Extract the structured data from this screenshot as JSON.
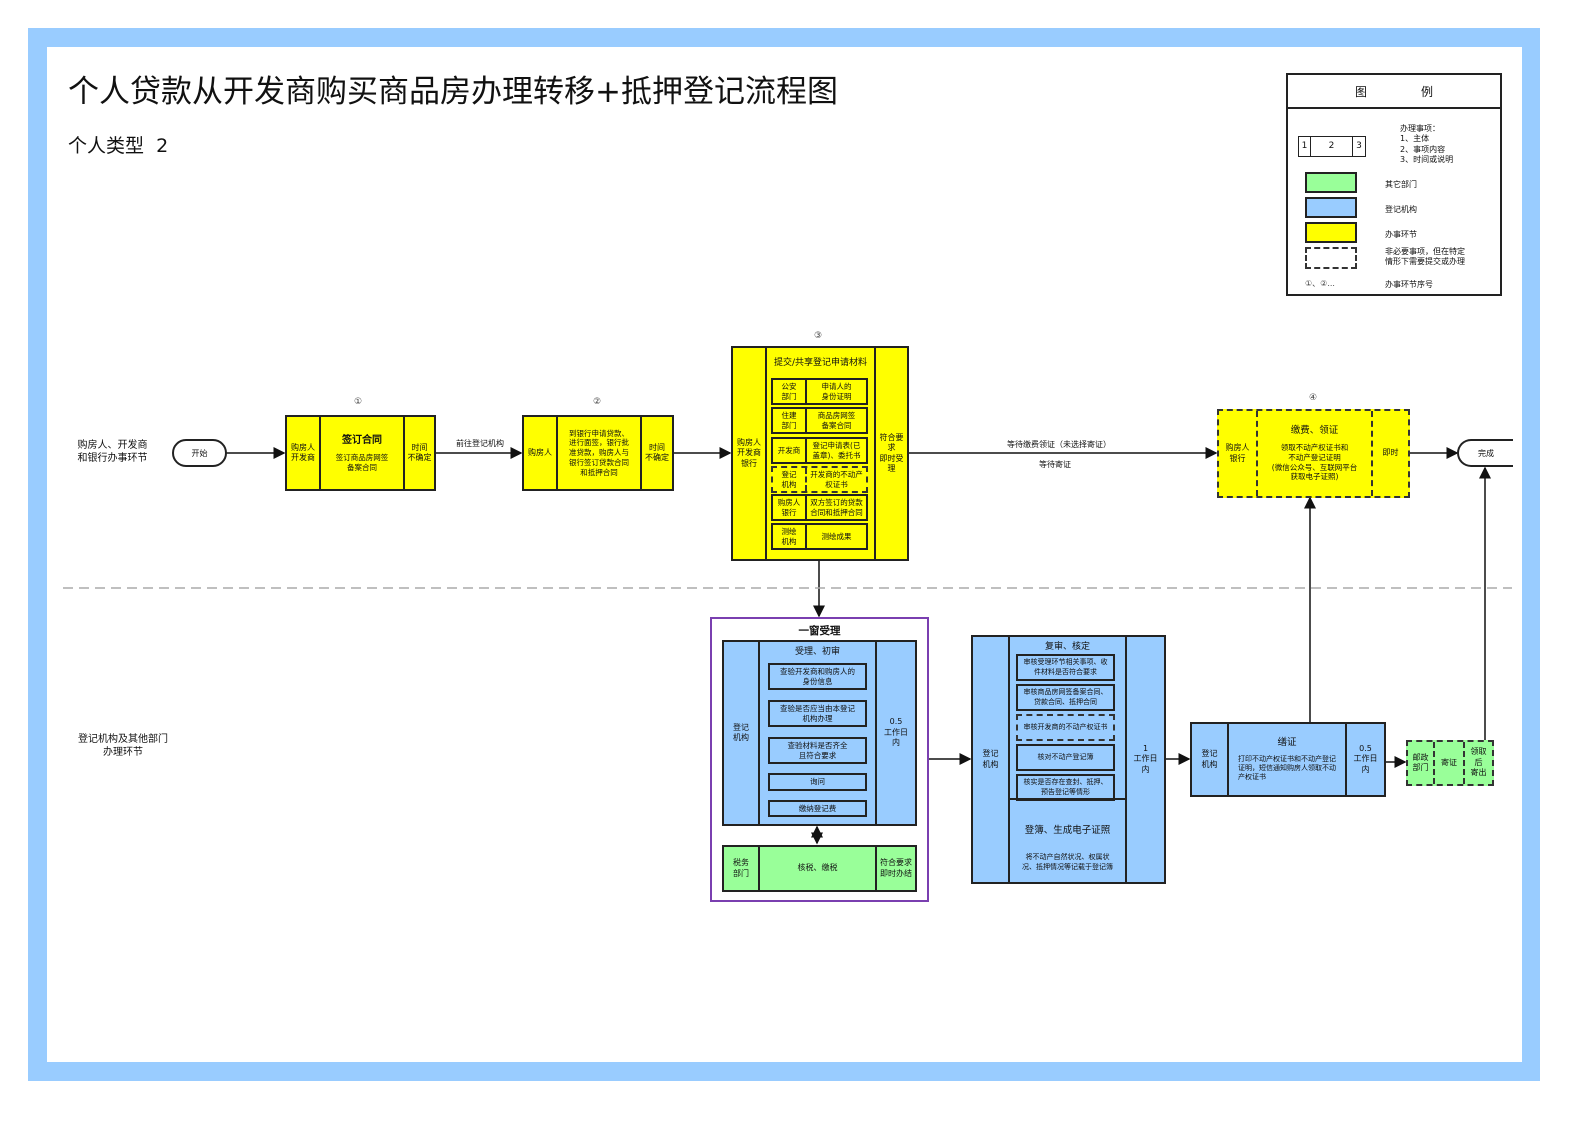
{
  "title": "个人贷款从开发商购买商品房办理转移+抵押登记流程图",
  "subtitle": "个人类型  2",
  "legend": {
    "head_left": "图",
    "head_right": "例",
    "sample": [
      "1",
      "2",
      "3"
    ],
    "items_desc": "办理事项：\n1、主体\n2、事项内容\n3、时间或说明",
    "other_dept": "其它部门",
    "registry": "登记机构",
    "step": "办事环节",
    "optional": "非必要事项，但在特定\n情形下需要提交或办理",
    "seq_sample": "①、②...",
    "seq": "办事环节序号",
    "colors": {
      "other_dept": "#99ff99",
      "registry": "#99ccff",
      "step": "#ffff00"
    }
  },
  "lanes": {
    "upper": "购房人、开发商\n和银行办事环节",
    "lower": "登记机构及其他部门\n办理环节"
  },
  "start": "开始",
  "end": "完成",
  "step1": {
    "num": "①",
    "actor": "购房人\n开发商",
    "title": "签订合同",
    "text": "签订商品房网签\n备案合同",
    "time": "时间\n不确定"
  },
  "to_registry": "前往登记机构",
  "step2": {
    "num": "②",
    "actor": "购房人",
    "text": "到银行申请贷款、\n进行面签，银行批\n准贷款，购房人与\n银行签订贷款合同\n和抵押合同",
    "time": "时间\n不确定"
  },
  "step3": {
    "num": "③",
    "actor": "购房人\n开发商\n银行",
    "title": "提交/共享登记申请材料",
    "time": "符合要求\n即时受理",
    "materials": [
      {
        "from": "公安\n部门",
        "doc": "申请人的\n身份证明"
      },
      {
        "from": "住建\n部门",
        "doc": "商品房网签\n备案合同"
      },
      {
        "from": "开发商",
        "doc": "登记申请表(已\n盖章)、委托书"
      },
      {
        "from": "登记\n机构",
        "doc": "开发商的不动产\n权证书",
        "optional": true
      },
      {
        "from": "购房人\n银行",
        "doc": "双方签订的贷款\n合同和抵押合同"
      },
      {
        "from": "测绘\n机构",
        "doc": "测绘成果"
      }
    ]
  },
  "wait_fee": "等待缴费领证（未选择寄证）",
  "wait_mail": "等待寄证",
  "step4": {
    "num": "④",
    "actor": "购房人\n银行",
    "title": "缴费、领证",
    "text": "领取不动产权证书和\n不动产登记证明\n(微信公众号、互联网平台\n获取电子证照)",
    "time": "即时"
  },
  "window": {
    "title": "一窗受理",
    "actor": "登记\n机构",
    "sub": "受理、初审",
    "time": "0.5\n工作日\n内",
    "items": [
      "查验开发商和购房人的\n身份信息",
      "查验是否应当由本登记\n机构办理",
      "查验材料是否齐全\n且符合要求",
      "询问",
      "缴纳登记费"
    ],
    "tax": {
      "actor": "税务\n部门",
      "text": "核税、缴税",
      "time": "符合要求\n即时办结"
    }
  },
  "review": {
    "actor": "登记\n机构",
    "title": "复审、核定",
    "time": "1\n工作日\n内",
    "items": [
      "审核受理环节相关事项、收\n件材料是否符合要求",
      "审核商品房网签备案合同、\n贷款合同、抵押合同",
      "审核开发商的不动产权证书",
      "核对不动产登记簿",
      "核实是否存在查封、抵押、\n预告登记等情形"
    ],
    "record_title": "登簿、生成电子证照",
    "record_text": "将不动产自然状况、权属状\n况、抵押情况等记载于登记簿"
  },
  "certificate": {
    "actor": "登记\n机构",
    "title": "缮证",
    "text": "打印不动产权证书和不动产登记\n证明，短信通知购房人领取不动\n产权证书",
    "time": "0.5\n工作日\n内"
  },
  "mail": {
    "actor": "邮政\n部门",
    "text": "寄证",
    "after": "领取后\n寄出"
  }
}
